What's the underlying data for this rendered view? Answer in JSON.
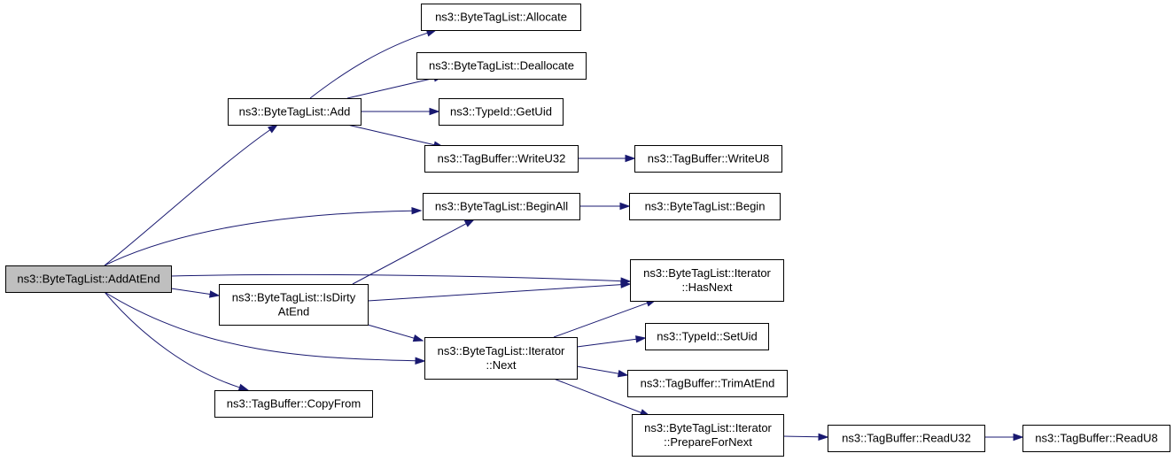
{
  "graph": {
    "nodes": {
      "add_at_end": {
        "label": [
          "ns3::ByteTagList::AddAtEnd"
        ],
        "highlighted": true
      },
      "add": {
        "label": [
          "ns3::ByteTagList::Add"
        ]
      },
      "is_dirty_at_end": {
        "label": [
          "ns3::ByteTagList::IsDirty",
          "AtEnd"
        ]
      },
      "copy_from": {
        "label": [
          "ns3::TagBuffer::CopyFrom"
        ]
      },
      "allocate": {
        "label": [
          "ns3::ByteTagList::Allocate"
        ]
      },
      "deallocate": {
        "label": [
          "ns3::ByteTagList::Deallocate"
        ]
      },
      "get_uid": {
        "label": [
          "ns3::TypeId::GetUid"
        ]
      },
      "write_u32": {
        "label": [
          "ns3::TagBuffer::WriteU32"
        ]
      },
      "begin_all": {
        "label": [
          "ns3::ByteTagList::BeginAll"
        ]
      },
      "iterator_next": {
        "label": [
          "ns3::ByteTagList::Iterator",
          "::Next"
        ]
      },
      "write_u8": {
        "label": [
          "ns3::TagBuffer::WriteU8"
        ]
      },
      "begin": {
        "label": [
          "ns3::ByteTagList::Begin"
        ]
      },
      "iterator_has_next": {
        "label": [
          "ns3::ByteTagList::Iterator",
          "::HasNext"
        ]
      },
      "set_uid": {
        "label": [
          "ns3::TypeId::SetUid"
        ]
      },
      "trim_at_end": {
        "label": [
          "ns3::TagBuffer::TrimAtEnd"
        ]
      },
      "prepare_for_next": {
        "label": [
          "ns3::ByteTagList::Iterator",
          "::PrepareForNext"
        ]
      },
      "read_u32": {
        "label": [
          "ns3::TagBuffer::ReadU32"
        ]
      },
      "read_u8": {
        "label": [
          "ns3::TagBuffer::ReadU8"
        ]
      }
    },
    "edges": [
      {
        "from": "add_at_end",
        "to": "add"
      },
      {
        "from": "add_at_end",
        "to": "is_dirty_at_end"
      },
      {
        "from": "add_at_end",
        "to": "copy_from"
      },
      {
        "from": "add_at_end",
        "to": "begin_all"
      },
      {
        "from": "add_at_end",
        "to": "iterator_has_next"
      },
      {
        "from": "add_at_end",
        "to": "iterator_next"
      },
      {
        "from": "add",
        "to": "allocate"
      },
      {
        "from": "add",
        "to": "deallocate"
      },
      {
        "from": "add",
        "to": "get_uid"
      },
      {
        "from": "add",
        "to": "write_u32"
      },
      {
        "from": "write_u32",
        "to": "write_u8"
      },
      {
        "from": "is_dirty_at_end",
        "to": "begin_all"
      },
      {
        "from": "is_dirty_at_end",
        "to": "iterator_has_next"
      },
      {
        "from": "is_dirty_at_end",
        "to": "iterator_next"
      },
      {
        "from": "begin_all",
        "to": "begin"
      },
      {
        "from": "iterator_next",
        "to": "iterator_has_next"
      },
      {
        "from": "iterator_next",
        "to": "set_uid"
      },
      {
        "from": "iterator_next",
        "to": "trim_at_end"
      },
      {
        "from": "iterator_next",
        "to": "prepare_for_next"
      },
      {
        "from": "prepare_for_next",
        "to": "read_u32"
      },
      {
        "from": "read_u32",
        "to": "read_u8"
      }
    ]
  },
  "colors": {
    "edge": "#191970",
    "node_border": "#000000",
    "node_fill": "#ffffff",
    "root_fill": "#bfbfbf",
    "background": "#ffffff"
  }
}
